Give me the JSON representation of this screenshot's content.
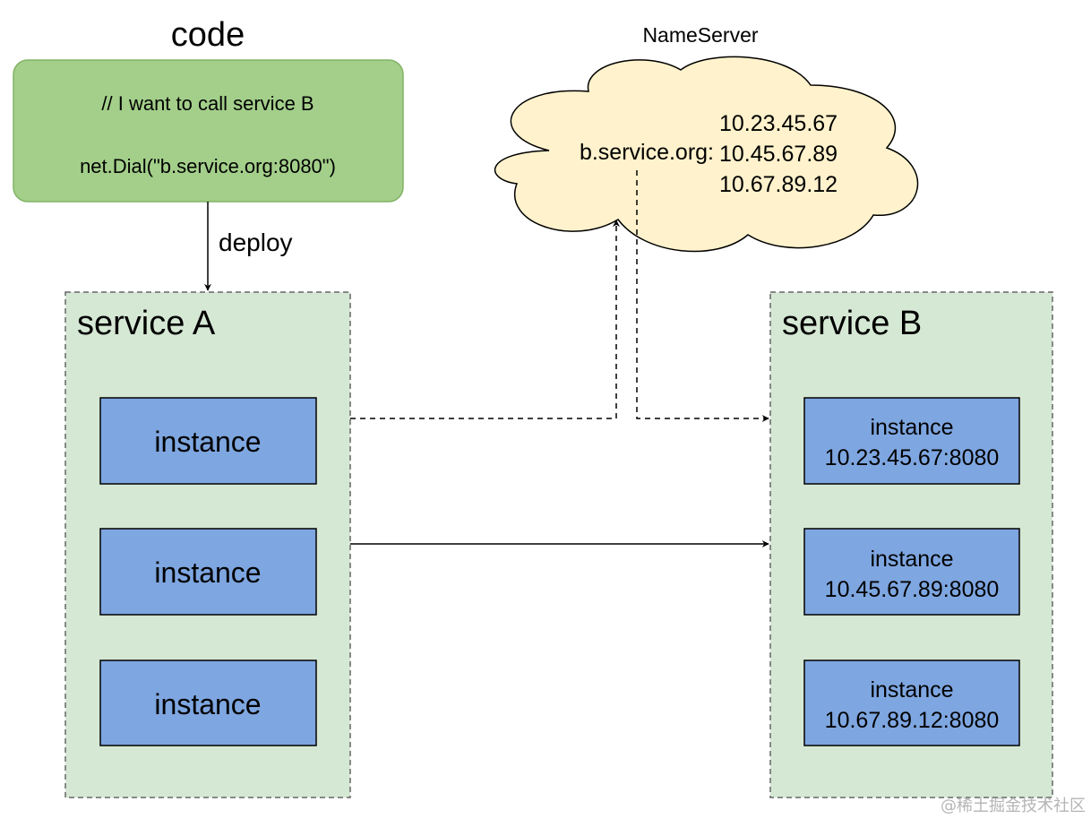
{
  "code": {
    "title": "code",
    "lines": [
      "// I want to call service B",
      "net.Dial(\"b.service.org:8080\")"
    ],
    "fill": "#a3cf8a",
    "stroke": "#82b366"
  },
  "deploy_label": "deploy",
  "nameserver": {
    "title": "NameServer",
    "domain": "b.service.org:",
    "ips": [
      "10.23.45.67",
      "10.45.67.89",
      "10.67.89.12"
    ],
    "fill": "#fff2cc"
  },
  "service_a": {
    "title": "service A",
    "instances": [
      "instance",
      "instance",
      "instance"
    ]
  },
  "service_b": {
    "title": "service B",
    "instances": [
      {
        "label": "instance",
        "addr": "10.23.45.67:8080"
      },
      {
        "label": "instance",
        "addr": "10.45.67.89:8080"
      },
      {
        "label": "instance",
        "addr": "10.67.89.12:8080"
      }
    ]
  },
  "colors": {
    "service_fill": "#d5e8d4",
    "service_stroke": "#666666",
    "instance_fill": "#7ea6e0"
  },
  "watermark": "@稀土掘金技术社区"
}
